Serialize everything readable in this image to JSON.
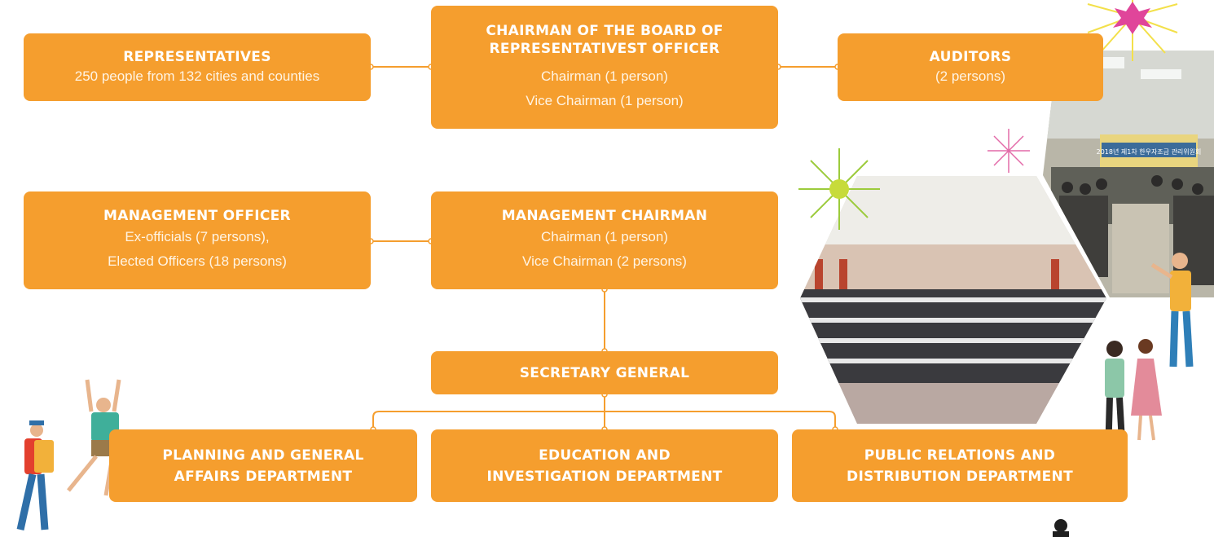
{
  "nodes": {
    "representatives": {
      "title": "REPRESENTATIVES",
      "detail": "250 people from 132 cities and counties"
    },
    "chairman_board": {
      "title": "CHAIRMAN OF THE BOARD OF\nREPRESENTATIVEST OFFICER",
      "detail": "Chairman (1 person)\nVice Chairman (1 person)"
    },
    "auditors": {
      "title": "AUDITORS",
      "detail": "(2 persons)"
    },
    "management_officer": {
      "title": "MANAGEMENT OFFICER",
      "detail": "Ex-officials (7 persons),\nElected Officers (18 persons)"
    },
    "management_chairman": {
      "title": "MANAGEMENT CHAIRMAN",
      "detail": "Chairman (1 person)\nVice Chairman (2 persons)"
    },
    "secretary_general": {
      "title": "SECRETARY GENERAL"
    },
    "planning": {
      "title": "PLANNING AND GENERAL\nAFFAIRS DEPARTMENT"
    },
    "education": {
      "title": "EDUCATION AND\nINVESTIGATION DEPARTMENT"
    },
    "public_relations": {
      "title": "PUBLIC RELATIONS AND\nDISTRIBUTION DEPARTMENT"
    }
  },
  "photo_banner_text": "2018년 제1차 한우자조금 관리위원회",
  "colors": {
    "box": "#F59E2E",
    "connector": "#F59E2E",
    "box_text": "#FFFFFF"
  }
}
